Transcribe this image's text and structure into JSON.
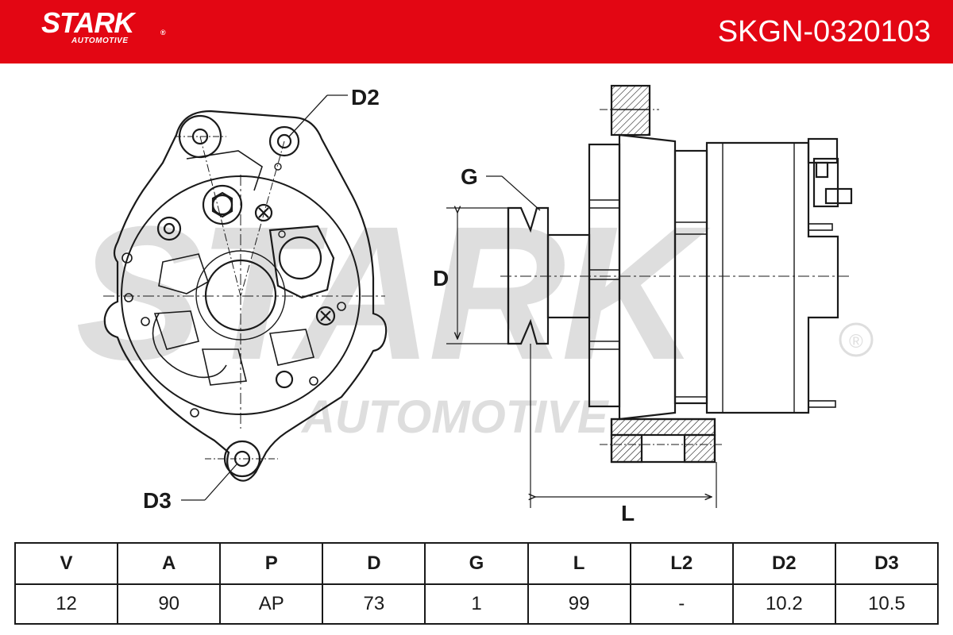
{
  "brand": {
    "name": "STARK",
    "registered": "®",
    "tagline": "AUTOMOTIVE",
    "watermark_main": "STARK",
    "watermark_sub": "AUTOMOTIVE"
  },
  "part_number": "SKGN-0320103",
  "colors": {
    "brand_red": "#e30613",
    "line": "#1a1a1a",
    "watermark": "#d9d9d9"
  },
  "drawing": {
    "labels": {
      "d2": "D2",
      "d3": "D3",
      "g": "G",
      "d": "D",
      "l": "L"
    }
  },
  "specs": {
    "headers": [
      "V",
      "A",
      "P",
      "D",
      "G",
      "L",
      "L2",
      "D2",
      "D3"
    ],
    "values": [
      "12",
      "90",
      "AP",
      "73",
      "1",
      "99",
      "-",
      "10.2",
      "10.5"
    ]
  }
}
